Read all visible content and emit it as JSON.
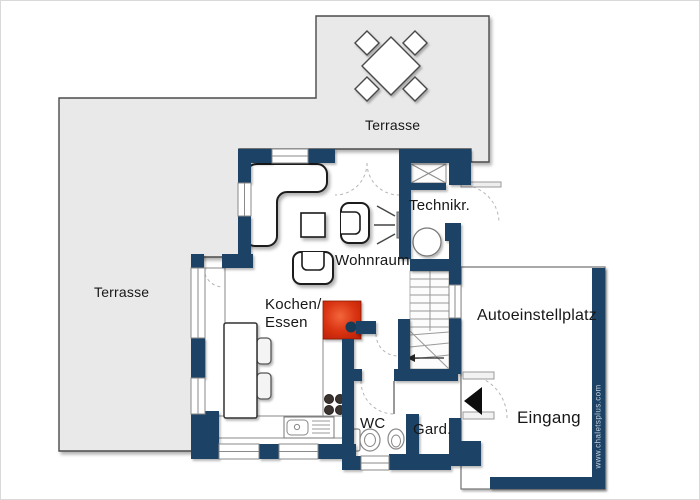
{
  "page": {
    "type": "architectural-floor-plan"
  },
  "colors": {
    "wall": "#1b4365",
    "terrace_fill": "#e9e9ea",
    "terrace_outline": "#4b4b4b",
    "stove_red": "#d3300f",
    "entry_door_leaf": "#0d0d0d",
    "website_text": "#c8d1dc",
    "floor": "#ffffff"
  },
  "rooms": {
    "terrace_top": {
      "label": "Terrasse"
    },
    "terrace_left": {
      "label": "Terrasse"
    },
    "living_room": {
      "label": "Wohnraum"
    },
    "technical_room": {
      "label": "Technikr."
    },
    "kitchen": {
      "label_line1": "Kochen/",
      "label_line2": "Essen"
    },
    "wc": {
      "label": "WC"
    },
    "wardrobe": {
      "label": "Gard."
    },
    "carport": {
      "label": "Autoeinstellplatz"
    },
    "entrance": {
      "label": "Eingang"
    }
  },
  "branding": {
    "website": "www.chaletsplus.com"
  }
}
